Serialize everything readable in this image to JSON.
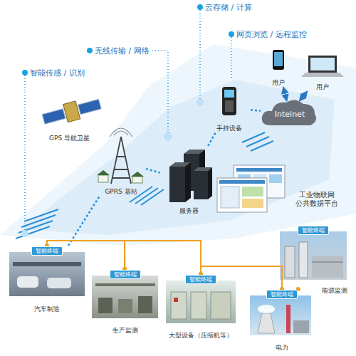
{
  "diagram": {
    "nodes": [
      {
        "text": [
          "GPS 导航卫星"
        ]
      },
      {
        "text": [
          "GPRS 基站"
        ]
      },
      {
        "text": [
          "服务器"
        ]
      },
      {
        "text": [
          "手持设备"
        ]
      },
      {
        "text": [
          "Intelnet"
        ]
      },
      {
        "text": [
          "用户"
        ]
      },
      {
        "text": [
          "用户"
        ]
      },
      {
        "text": [
          "工业物联网 公共数据平台"
        ]
      },
      {
        "text": [
          "智能终端",
          "汽车制造"
        ]
      },
      {
        "text": [
          "智能终端",
          "生产监测"
        ]
      },
      {
        "text": [
          "智能终端",
          "大型设备（压缩机等）"
        ]
      },
      {
        "text": [
          "智能终端",
          "电力"
        ]
      },
      {
        "text": [
          "智能终端",
          "能源监测"
        ]
      }
    ],
    "edges": [
      {
        "from": 8,
        "to": 1,
        "arrow": "none"
      },
      {
        "from": 1,
        "to": 2,
        "arrow": "none"
      },
      {
        "from": 2,
        "to": 3,
        "arrow": "none"
      },
      {
        "from": 3,
        "to": 4,
        "arrow": "none"
      },
      {
        "from": 4,
        "to": 5,
        "arrow": "both"
      },
      {
        "from": 4,
        "to": 6,
        "arrow": "both"
      },
      {
        "from": 8,
        "to": 9,
        "arrow": "none"
      },
      {
        "from": 9,
        "to": 10,
        "arrow": "none"
      },
      {
        "from": 10,
        "to": 11,
        "arrow": "none"
      },
      {
        "from": 11,
        "to": 12,
        "arrow": "none"
      }
    ],
    "labels": [
      "智能传感 / 识别",
      "无线传输 / 网络",
      "云存储 / 计算",
      "网页浏览 / 远程监控"
    ]
  }
}
